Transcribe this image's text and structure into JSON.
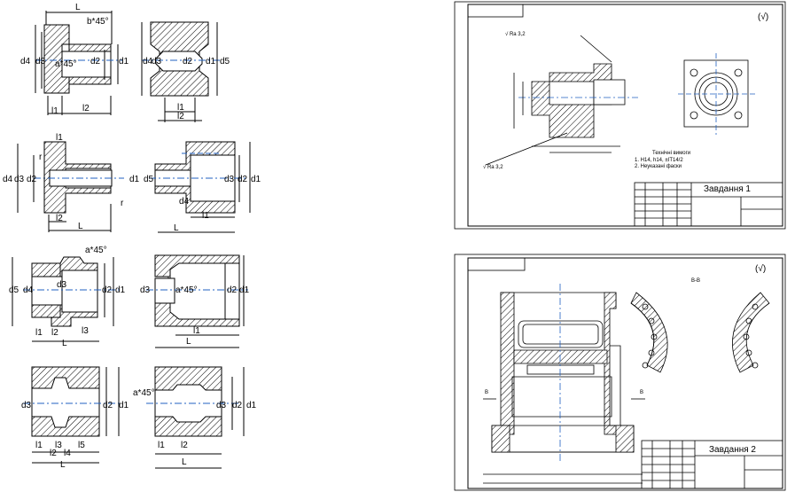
{
  "parts": {
    "p1": {
      "L": "L",
      "chamfer": "b*45°",
      "d4": "d4",
      "d3": "d3",
      "ang": "a*45°",
      "d2": "d2",
      "d1": "d1",
      "l1": "l1",
      "l2": "l2"
    },
    "p2": {
      "d4": "d4",
      "d3": "d3",
      "d2": "d2",
      "d1": "d1",
      "d5": "d5",
      "l1": "l1",
      "l2": "l2"
    },
    "p3": {
      "l1": "l1",
      "r": "r",
      "d4": "d4",
      "d3": "d3",
      "d2": "d2",
      "d1": "d1",
      "l2": "l2",
      "L": "L",
      "r2": "r"
    },
    "p4": {
      "d5": "d5",
      "d3": "d3",
      "d2": "d2",
      "d1": "d1",
      "d4": "d4",
      "l1": "l1",
      "L": "L"
    },
    "p5": {
      "chamfer": "a*45°",
      "d5": "d5",
      "d4": "d4",
      "d3": "d3",
      "d2": "d2",
      "d1": "d1",
      "l1": "l1",
      "l2": "l2",
      "l3": "l3",
      "L": "L"
    },
    "p6": {
      "d3": "d3",
      "ang": "a*45°",
      "d2": "d2",
      "d1": "d1",
      "l1": "l1",
      "L": "L"
    },
    "p7": {
      "d3": "d3",
      "d2": "d2",
      "d1": "d1",
      "l1": "l1",
      "l3": "l3",
      "l2": "l2",
      "l4": "l4",
      "l5": "l5",
      "L": "L"
    },
    "p8": {
      "ang": "a*45°",
      "d3": "d3",
      "d2": "d2",
      "d1": "d1",
      "l1": "l1",
      "l2": "l2",
      "L": "L"
    }
  },
  "sheet1": {
    "roughness": "(√)",
    "note1": "√ Ra 3,2",
    "note2": "√ Ra 3,2",
    "section": "Технічні вимоги",
    "req1": "1. H14, h14, ±IT14/2",
    "req2": "2. Неуказані фаски",
    "title": "Завдання 1"
  },
  "sheet2": {
    "roughness": "(√)",
    "section": "B-B",
    "b1": "B",
    "b2": "B",
    "title": "Завдання 2"
  }
}
